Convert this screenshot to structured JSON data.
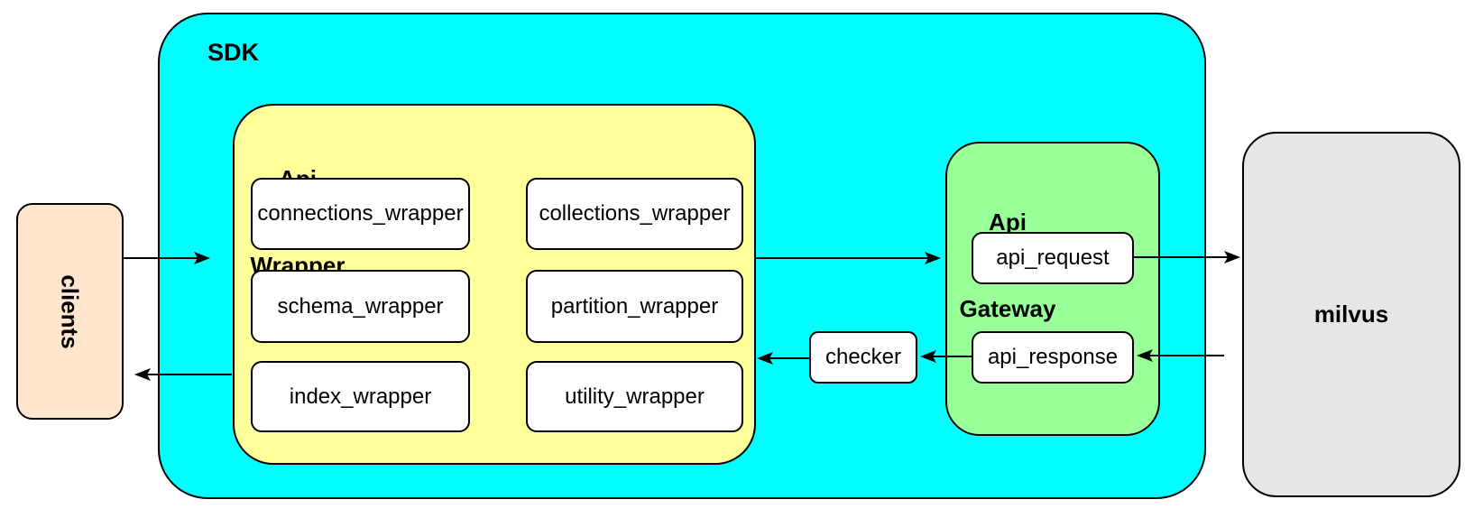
{
  "colors": {
    "background": "#FFFFFF",
    "sdk_fill": "#00FFFF",
    "wrapper_fill": "#FFFF99",
    "gateway_fill": "#99FF99",
    "clients_fill": "#FFE6CC",
    "milvus_fill": "#E6E6E6",
    "box_fill": "#FFFFFF",
    "stroke": "#000000",
    "text": "#000000"
  },
  "nodes": {
    "clients": {
      "label": "clients"
    },
    "sdk": {
      "label": "SDK"
    },
    "api_wrapper": {
      "title_line1": "Api",
      "title_line2": "Wrapper",
      "boxes": [
        {
          "label": "connections_wrapper"
        },
        {
          "label": "collections_wrapper"
        },
        {
          "label": "schema_wrapper"
        },
        {
          "label": "partition_wrapper"
        },
        {
          "label": "index_wrapper"
        },
        {
          "label": "utility_wrapper"
        }
      ]
    },
    "checker": {
      "label": "checker"
    },
    "api_gateway": {
      "title_line1": "Api",
      "title_line2": "Gateway",
      "request_label": "api_request",
      "response_label": "api_response"
    },
    "milvus": {
      "label": "milvus"
    }
  },
  "edges": [
    {
      "from": "clients",
      "to": "sdk"
    },
    {
      "from": "api_wrapper",
      "to": "api_gateway"
    },
    {
      "from": "api_request",
      "to": "milvus"
    },
    {
      "from": "milvus",
      "to": "api_response"
    },
    {
      "from": "api_response",
      "to": "checker"
    },
    {
      "from": "checker",
      "to": "api_wrapper"
    },
    {
      "from": "api_wrapper",
      "to": "clients"
    }
  ]
}
